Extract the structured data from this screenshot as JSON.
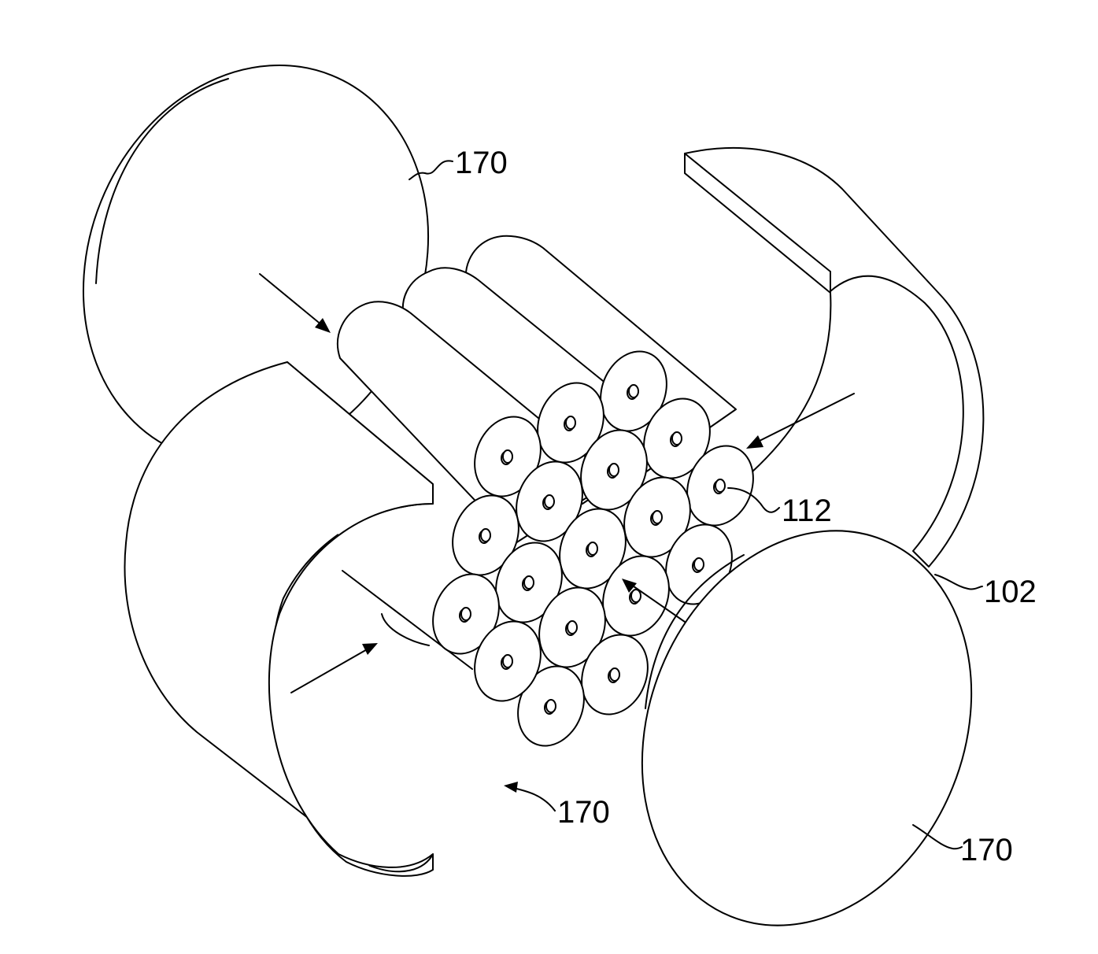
{
  "labels": {
    "cover_top_left": "170",
    "battery_cell": "112",
    "housing": "102",
    "cover_bottom_center": "170",
    "cover_bottom_right": "170"
  },
  "colors": {
    "line": "#000000",
    "fill": "#ffffff"
  },
  "cell_grid": {
    "count": 18,
    "cells_per_row": [
      3,
      4,
      4,
      4,
      3
    ]
  }
}
